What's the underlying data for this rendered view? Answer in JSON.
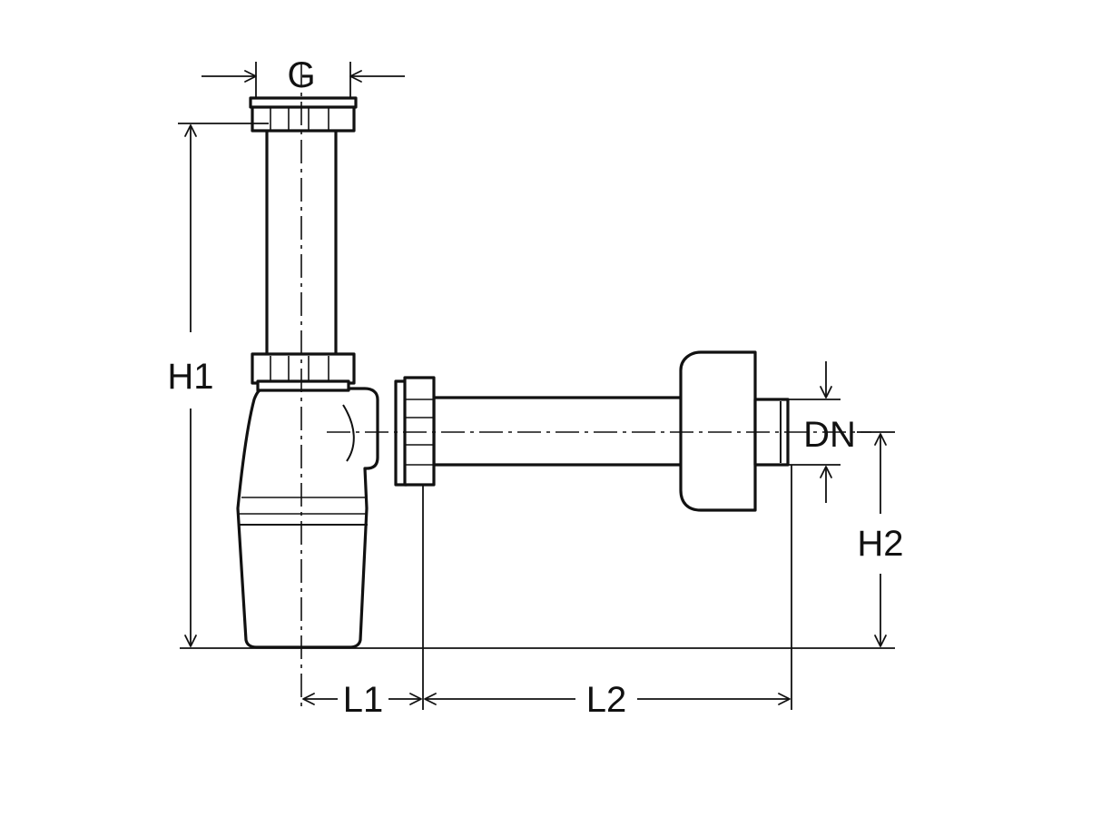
{
  "labels": {
    "g": "G",
    "h1": "H1",
    "h2": "H2",
    "dn": "DN",
    "l1": "L1",
    "l2": "L2"
  },
  "colors": {
    "line": "#111111",
    "background": "#ffffff"
  }
}
